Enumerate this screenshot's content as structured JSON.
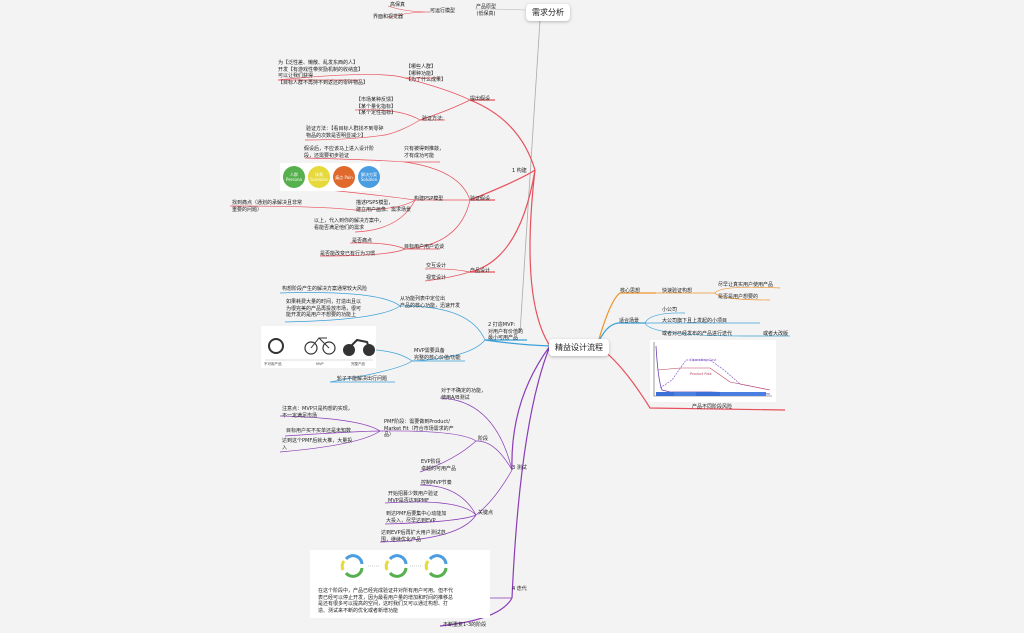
{
  "root": "精益设计流程",
  "req": "需求分析",
  "proto": "产品原型\n(低保真)",
  "feasible": "可运行模型",
  "highfi": "高保真",
  "ui": "界面和视觉器",
  "b1": "1 构建",
  "b1_ask": "提出假设",
  "b1_ask_note": "为【泛性差、懒散、乱发东西的人】\n开发【有游戏性带奖励机制的收纳盒】\n可以让我们获得\n【目标人群不再持不到返还的零碎物品】",
  "b1_ask_list": "【哪些人群】\n【哪种功能】\n【为了什么成果】",
  "b1_verify": "验证方法:",
  "b1_verify_list": "【市场某种反馈】\n【某个量化指标】\n【某个定性指标】",
  "b1_verify_note": "验证方法：【看目标人群找不到零碎\n物品的次数是否明显减少】",
  "b1_check": "验证假设",
  "b1_check_note1": "假设后，不应该马上进入设计阶\n段，还需要初步验证",
  "b1_check_note2": "只有被得到推敲，\n才有成功可能",
  "psp": "构建PSP模型",
  "psp_c1": "人群\nPersona",
  "psp_c2": "场景\nScenario",
  "psp_c3": "痛点\nPain",
  "psp_c4": "解决方案\nSolution",
  "psp_note1": "找到痛点（通划的承解决且非常\n重要的问题）",
  "psp_note2": "描述PSP5模型，\n建立用户画像、需求场景",
  "psp_note3": "以上，代入到你的解决方案中，\n看能否满足他们的需求",
  "target": "目标用户用户访谈",
  "target_q1": "是否痛点",
  "target_q2": "是否能改变已有行为习惯",
  "design": "产品设计",
  "design_i1": "交互设计",
  "design_i2": "视觉设计",
  "b2": "2 打造MVP:\n对用户有价值的\n最小可用产品",
  "b2_core": "从功能列表中定位出\n产品的核心功能，迅速开发",
  "b2_n1": "构想阶段产生的解决方案通常较大风险",
  "b2_n2": "如果耗费大量的时间，打造出且以\n为很完美的产品再投放市场，很可\n能开发的是用户不想要的功能上",
  "b2_mvp": "MVP需要具备\n完整的核心价值/功能",
  "b2_wheel": "轮子不能解决出行问题",
  "b2_img_l1": "不可用产品",
  "b2_img_l2": "MVP",
  "b2_img_l3": "完整产品",
  "b3": "3 测试",
  "b3_n1": "对于不确定的功能，\n使用A/B测试",
  "b3_stage": "阶段",
  "b3_pmf": "PMF阶段：需要做到Product/\nMarket Fit（符合市场需求的产\n品）",
  "b3_pmf_n1": "注意点：MVP只是构想的实现，\n不一定满足市场",
  "b3_pmf_n2": "目标用户买不买单还是未知数",
  "b3_pmf_n3": "达到这个PMF后就大推，大量投\n入",
  "b3_evp": "EVP阶段\n卓越的可用产品",
  "b3_key": "关键点",
  "b3_k1": "控制MVP节奏",
  "b3_k2": "开始招募少数用户验证\nMVP是否达到PMF",
  "b3_k3": "到达PMF后要集中心动能加\n大投入，尽早达到EVP",
  "b3_k4": "达到EVP后再扩大用户测试范\n围，继续优化产品",
  "b4": "4 迭代",
  "b4_note": "在这个阶段中，产品已经完成验证并对所有用户可用。但不代\n表已经可以停止开发，因为最看用户量的增加和时间的推移总\n是还有很多可以提高的空间，这时我们又可以通过构想、打\n造、测试来不断的优化或者新增功能",
  "b4_loop": "不断重复1-3的阶段",
  "r_core": "核心思想",
  "r_fast": "快速验证构想",
  "r_fast1": "尽早让真实用户使用产品",
  "r_fast2": "是否是用户想要的",
  "r_fit": "适合场景",
  "r_fit1": "小公司",
  "r_fit2": "大公司旗下且上发起的小项目",
  "r_fit3": "或者对已经发布的产品进行迭代",
  "r_fit4": "或者大改版",
  "r_risk": "产品不同阶段风险",
  "chart_legend1": "Operating Cost",
  "chart_legend2": "Product Risk",
  "colors": {
    "red": "#e8505b",
    "blue": "#3aa0d8",
    "purple": "#8a3bb8",
    "orange": "#f0932b",
    "gray": "#999999"
  }
}
